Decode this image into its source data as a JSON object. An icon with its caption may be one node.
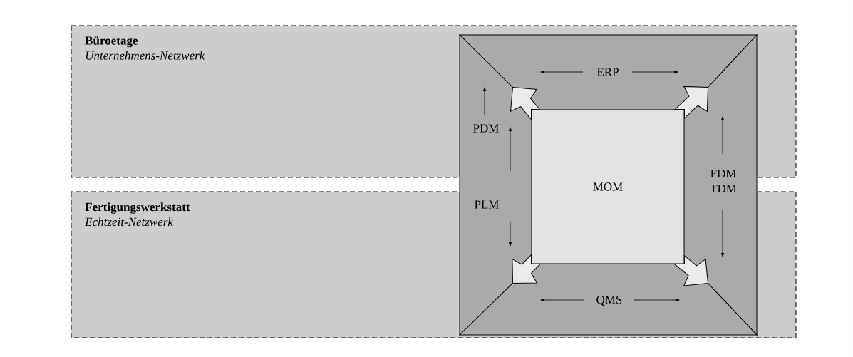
{
  "diagram": {
    "nodes": [
      {
        "text": [
          "Büroetage",
          "Unternehmens-Netzwerk"
        ]
      },
      {
        "text": [
          "Fertigungswerkstatt",
          "Echtzeit-Netzwerk"
        ]
      },
      {
        "text": [
          "ERP"
        ],
        "in": 0
      },
      {
        "text": [
          "PDM",
          "PLM"
        ]
      },
      {
        "text": [
          "FDM TDM"
        ]
      },
      {
        "text": [
          "QMS"
        ],
        "in": 1
      },
      {
        "text": [
          "MOM"
        ]
      }
    ],
    "edges": [
      {
        "from": 6,
        "to": null,
        "arrow": "to"
      },
      {
        "from": 6,
        "to": null,
        "arrow": "to"
      },
      {
        "from": 6,
        "to": null,
        "arrow": "to"
      },
      {
        "from": 6,
        "to": null,
        "arrow": "to"
      }
    ]
  }
}
